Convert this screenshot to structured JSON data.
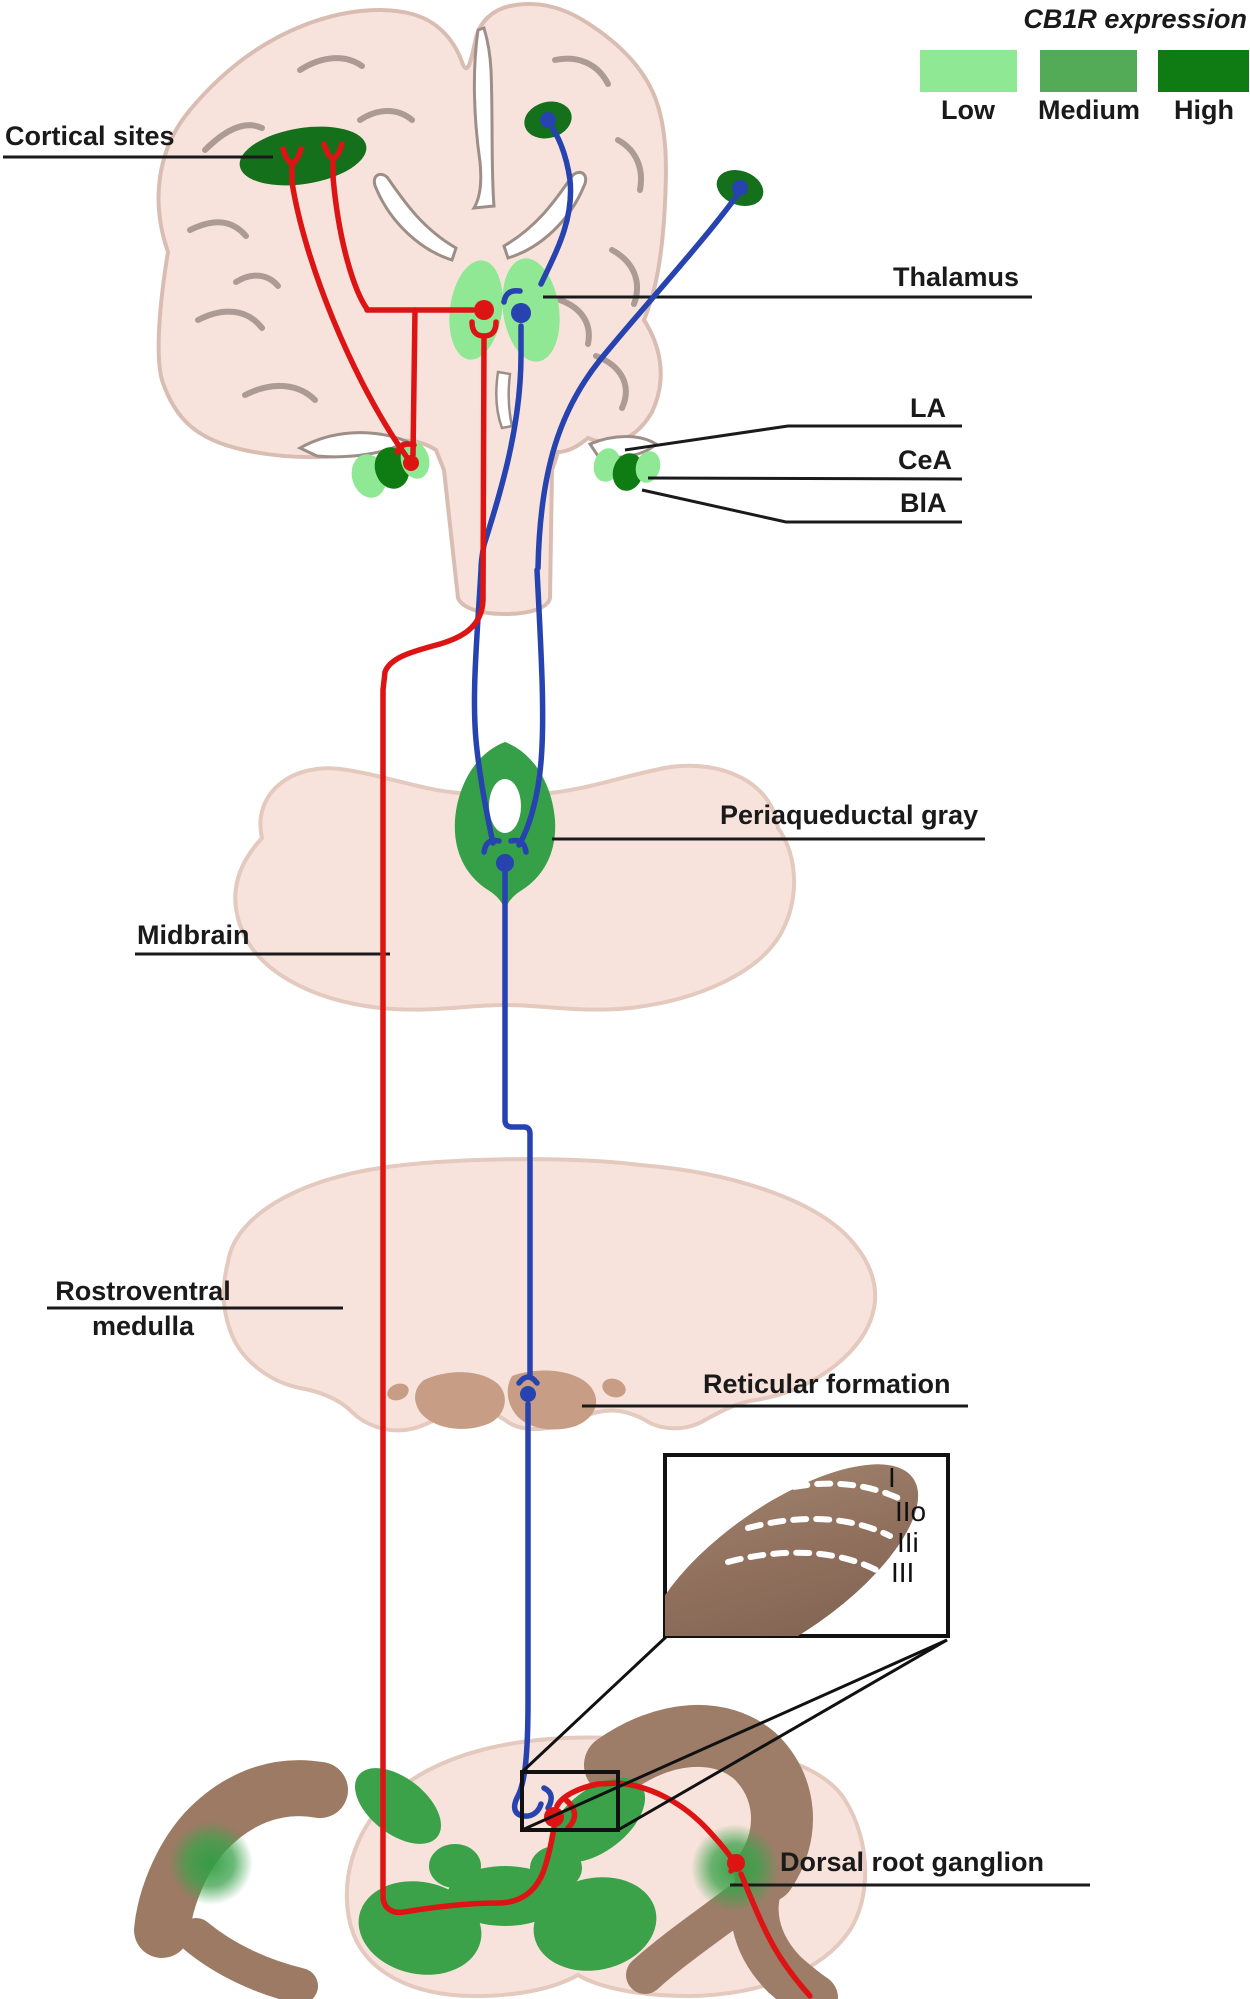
{
  "figure": {
    "title": "CB1R expression pain pathway diagram"
  },
  "legend": {
    "title": "CB1R expression",
    "items": [
      {
        "label": "Low",
        "color": "#8fe893"
      },
      {
        "label": "Medium",
        "color": "#53aa57"
      },
      {
        "label": "High",
        "color": "#0e7c12"
      }
    ]
  },
  "labels": {
    "cortical_sites": "Cortical sites",
    "thalamus": "Thalamus",
    "la": "LA",
    "cea": "CeA",
    "bla": "BlA",
    "periaqueductal_gray": "Periaqueductal gray",
    "midbrain": "Midbrain",
    "rostroventral_line1": "Rostroventral",
    "rostroventral_line2": "medulla",
    "reticular_formation": "Reticular formation",
    "dorsal_root_ganglion": "Dorsal root ganglion"
  },
  "inset": {
    "laminae": [
      "I",
      "IIo",
      "IIi",
      "III"
    ]
  },
  "colors": {
    "expression_low": "#8fe893",
    "expression_medium": "#53aa57",
    "expression_high": "#0e7c12",
    "descending_pathway_red": "#dd1414",
    "ascending_pathway_blue": "#2743b0",
    "tissue_pink": "#f8e3dc",
    "nerve_brown": "#9c7c66",
    "gray_matter_green": "#3ba24a"
  }
}
